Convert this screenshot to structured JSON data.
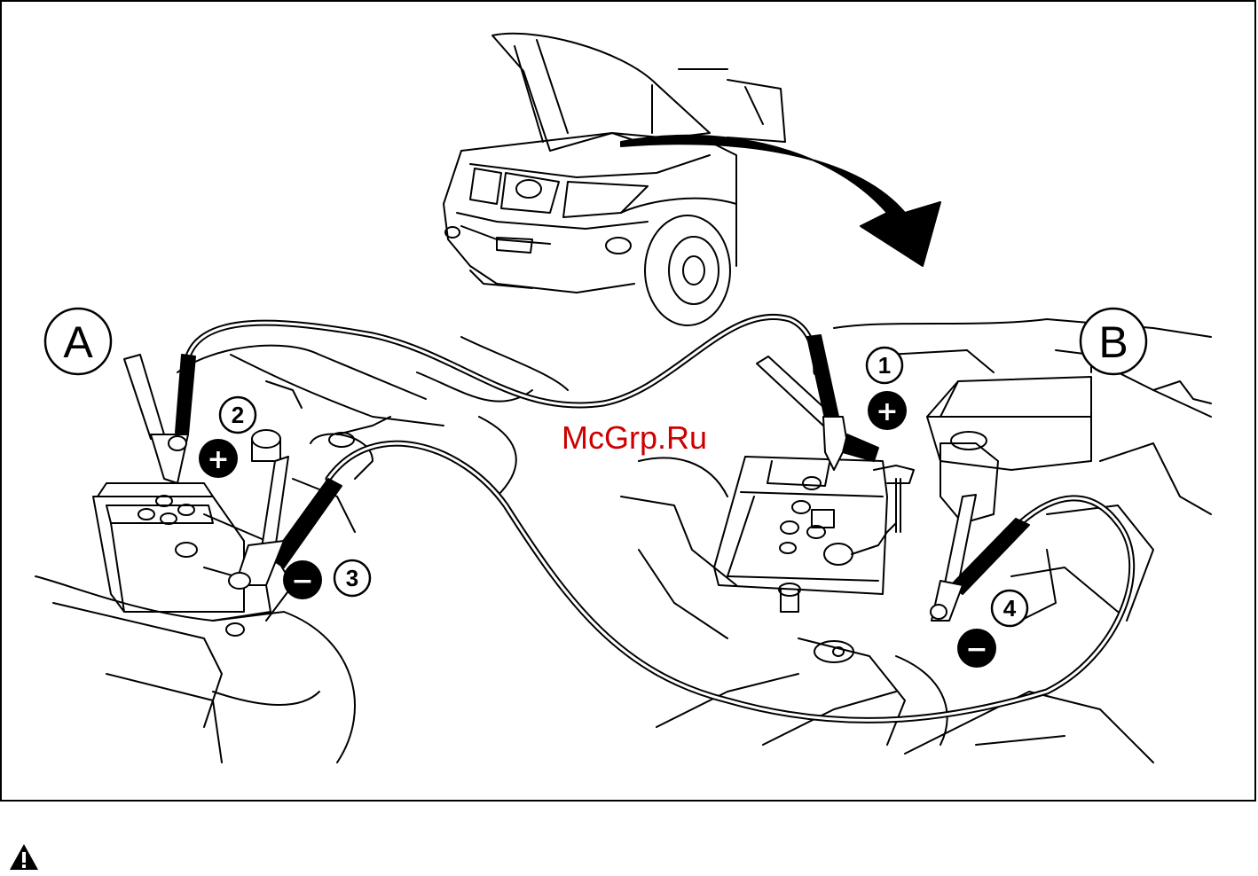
{
  "labels": {
    "vehicle_a": "A",
    "vehicle_b": "B"
  },
  "steps": {
    "step_1": "1",
    "step_2": "2",
    "step_3": "3",
    "step_4": "4"
  },
  "polarity": {
    "positive": "+",
    "negative": "−"
  },
  "watermark": "McGrp.Ru",
  "icons": [
    "warning-triangle-icon",
    "arrow-icon"
  ],
  "colors": {
    "line": "#000000",
    "background": "#ffffff",
    "watermark": "#cc0000"
  }
}
